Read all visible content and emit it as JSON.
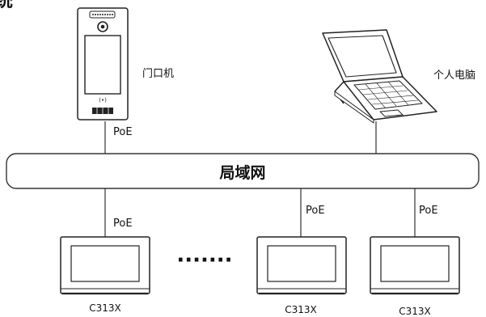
{
  "heading_fragment": "统",
  "lan": {
    "label": "局域网"
  },
  "door_station": {
    "label": "门口机",
    "link_label": "PoE"
  },
  "pc": {
    "label": "个人电脑"
  },
  "monitors": [
    {
      "model": "C313X",
      "link_label": "PoE"
    },
    {
      "model": "C313X",
      "link_label": "PoE"
    },
    {
      "model": "C313X",
      "link_label": "PoE"
    }
  ],
  "ellipsis": "·······"
}
